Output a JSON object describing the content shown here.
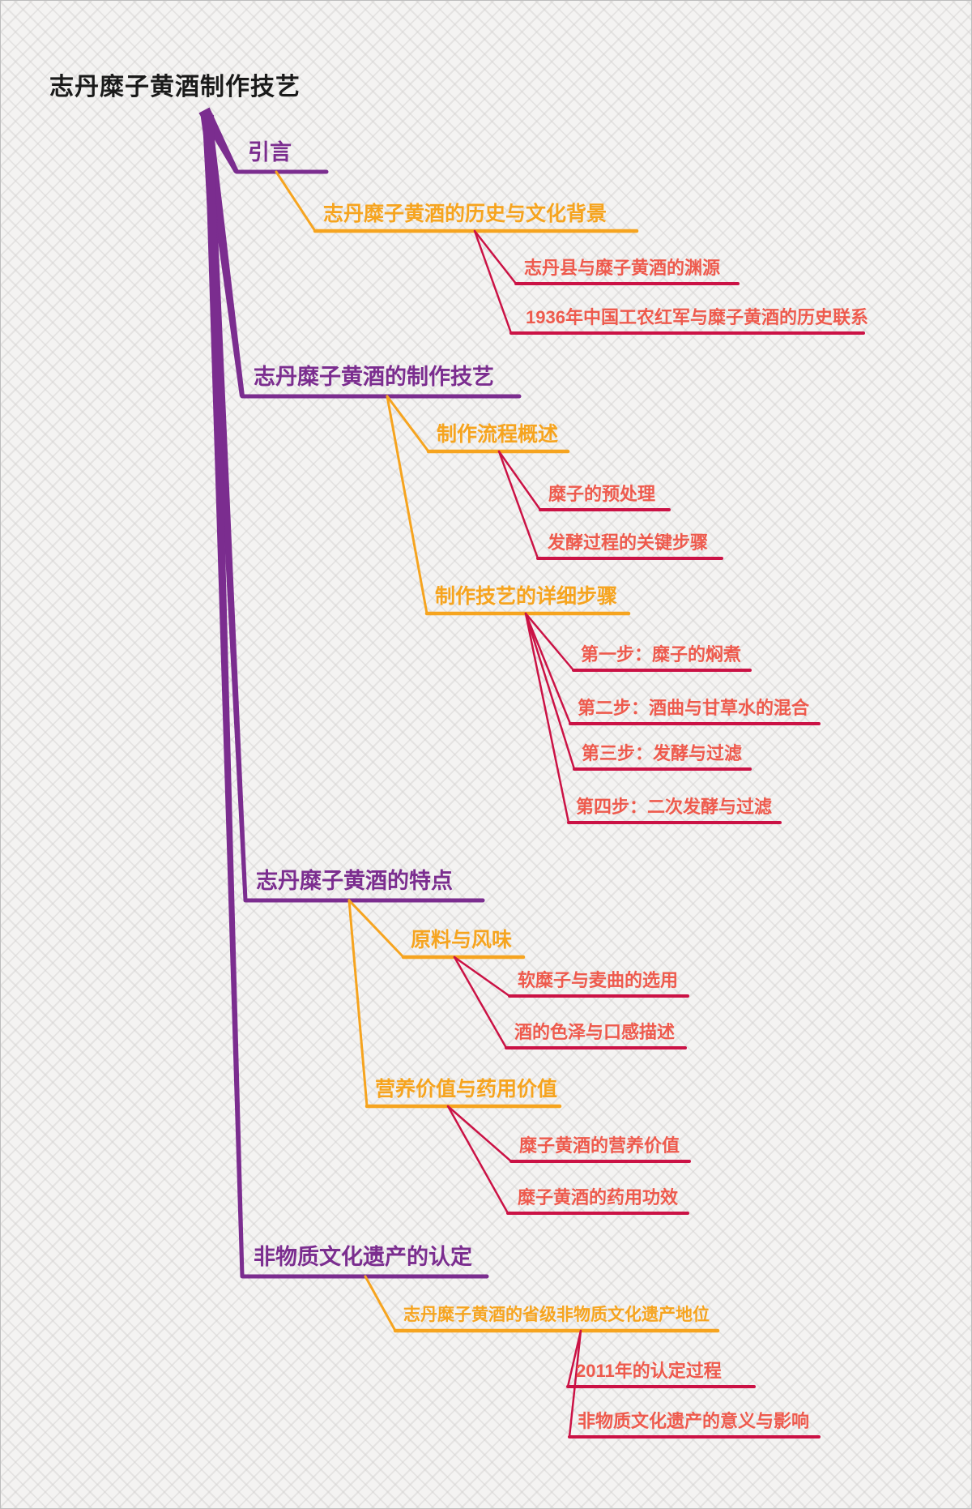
{
  "palette": {
    "root_text": "#1A1A1A",
    "branch_purple": "#7B2D8F",
    "topic_orange": "#F6A41F",
    "subtopic_text_red": "#EE5A4D",
    "subtopic_line_crimson": "#CB1245",
    "background": "#F4F3F2"
  },
  "mindmap": {
    "root": {
      "label": "志丹糜子黄酒制作技艺"
    },
    "branches": [
      {
        "label": "引言",
        "topics": [
          {
            "label": "志丹糜子黄酒的历史与文化背景",
            "subtopics": [
              {
                "label": "志丹县与糜子黄酒的渊源"
              },
              {
                "label": "1936年中国工农红军与糜子黄酒的历史联系"
              }
            ]
          }
        ]
      },
      {
        "label": "志丹糜子黄酒的制作技艺",
        "topics": [
          {
            "label": "制作流程概述",
            "subtopics": [
              {
                "label": "糜子的预处理"
              },
              {
                "label": "发酵过程的关键步骤"
              }
            ]
          },
          {
            "label": "制作技艺的详细步骤",
            "subtopics": [
              {
                "label": "第一步：糜子的焖煮"
              },
              {
                "label": "第二步：酒曲与甘草水的混合"
              },
              {
                "label": "第三步：发酵与过滤"
              },
              {
                "label": "第四步：二次发酵与过滤"
              }
            ]
          }
        ]
      },
      {
        "label": "志丹糜子黄酒的特点",
        "topics": [
          {
            "label": "原料与风味",
            "subtopics": [
              {
                "label": "软糜子与麦曲的选用"
              },
              {
                "label": "酒的色泽与口感描述"
              }
            ]
          },
          {
            "label": "营养价值与药用价值",
            "subtopics": [
              {
                "label": "糜子黄酒的营养价值"
              },
              {
                "label": "糜子黄酒的药用功效"
              }
            ]
          }
        ]
      },
      {
        "label": "非物质文化遗产的认定",
        "topics": [
          {
            "label": "志丹糜子黄酒的省级非物质文化遗产地位",
            "subtopics": [
              {
                "label": "2011年的认定过程"
              },
              {
                "label": "非物质文化遗产的意义与影响"
              }
            ]
          }
        ]
      }
    ]
  }
}
